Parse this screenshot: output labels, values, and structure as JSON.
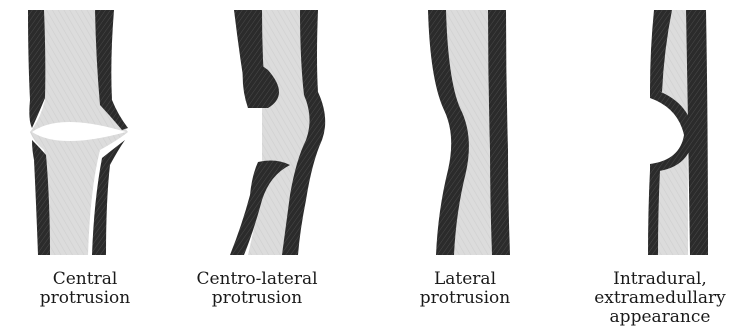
{
  "panels": [
    {
      "id": "central",
      "caption": [
        "Central",
        "protrusion"
      ]
    },
    {
      "id": "centro-lateral",
      "caption": [
        "Centro-lateral",
        "protrusion"
      ]
    },
    {
      "id": "lateral",
      "caption": [
        "Lateral",
        "protrusion"
      ]
    },
    {
      "id": "intradural-extramedullary",
      "caption": [
        "Intradural,",
        "extramedullary",
        "appearance"
      ]
    }
  ],
  "colors": {
    "dark": "#2b2b2b",
    "light": "#dcdcdc",
    "paper": "#ffffff"
  }
}
